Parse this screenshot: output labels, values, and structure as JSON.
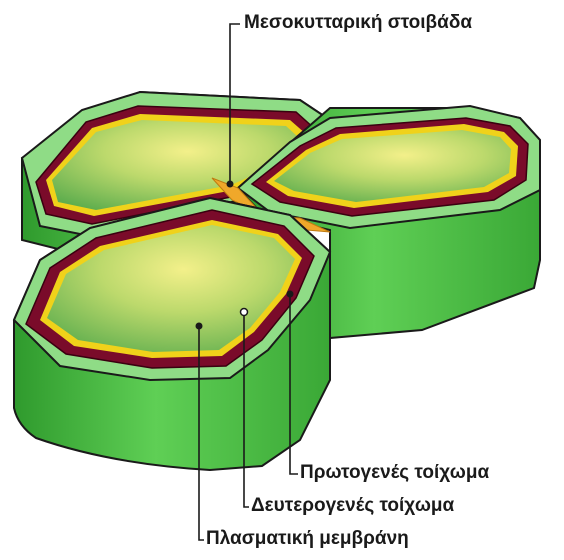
{
  "labels": {
    "middle_lamella": "Μεσοκυτταρική στοιβάδα",
    "primary_wall": "Πρωτογενές τοίχωμα",
    "secondary_wall": "Δευτερογενές τοίχωμα",
    "plasma_membrane": "Πλασματική μεμβράνη"
  },
  "colors": {
    "cell_body_green": "#4fc24a",
    "cell_top_rim": "#8fdc86",
    "secondary_wall": "#7a0b2a",
    "plasma_membrane": "#f0d21a",
    "middle_lamella": "#f0a82a",
    "cytoplasm": "#b6d46a",
    "outline": "#1a1a1a"
  }
}
